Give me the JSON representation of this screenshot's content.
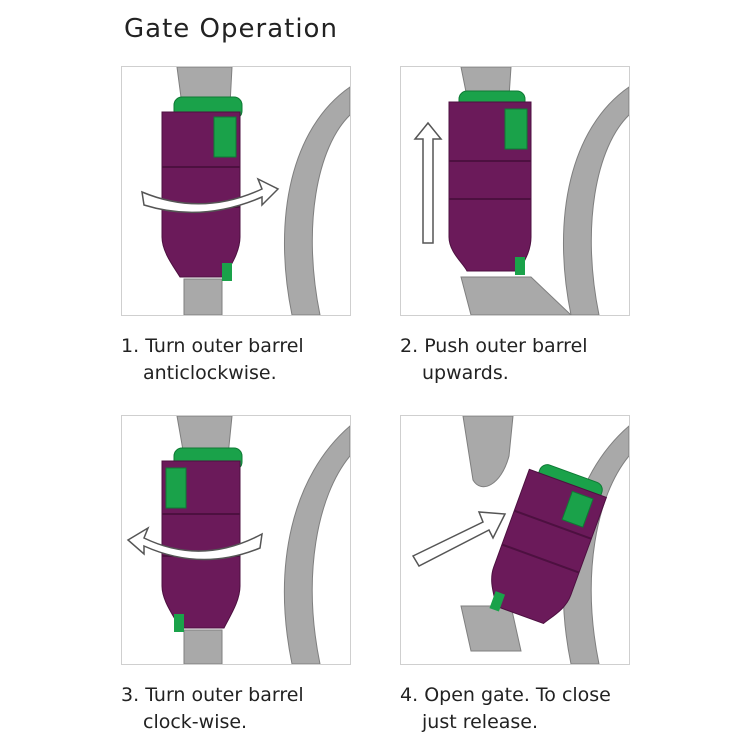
{
  "title": "Gate Operation",
  "colors": {
    "barrel": "#6b1a5a",
    "barrel_dark": "#4d1040",
    "barrel_light": "#8a2c74",
    "green": "#1aa24a",
    "green_dark": "#0e7a34",
    "frame": "#a9a9a9",
    "frame_dark": "#7f7f7f",
    "arrow": "#ffffff"
  },
  "steps": [
    {
      "number": "1.",
      "line1": "Turn outer barrel",
      "line2": "anticlockwise."
    },
    {
      "number": "2.",
      "line1": "Push outer barrel",
      "line2": "upwards."
    },
    {
      "number": "3.",
      "line1": "Turn outer barrel",
      "line2": "clock-wise."
    },
    {
      "number": "4.",
      "line1": "Open gate. To close",
      "line2": "just release."
    }
  ]
}
